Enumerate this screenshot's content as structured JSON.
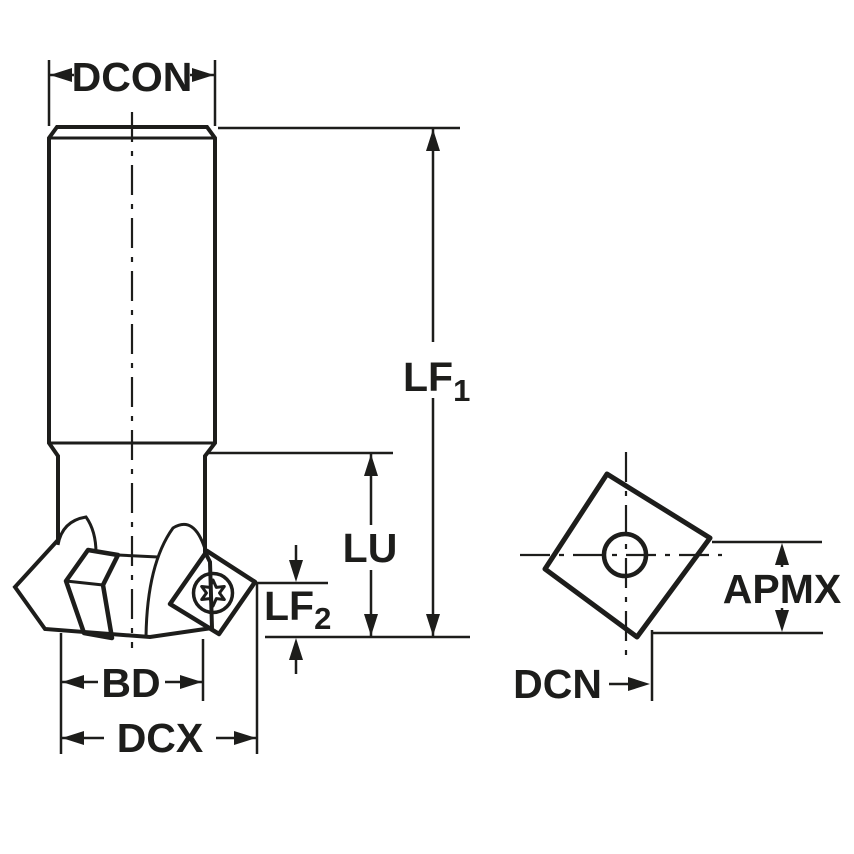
{
  "diagram": {
    "type": "technical-dimension-drawing",
    "subject": "indexable-milling-cutter-with-square-insert",
    "labels": {
      "dcon": "DCON",
      "lf1_base": "LF",
      "lf1_sub": "1",
      "lu": "LU",
      "lf2_base": "LF",
      "lf2_sub": "2",
      "bd": "BD",
      "dcx": "DCX",
      "apmx": "APMX",
      "dcn": "DCN"
    },
    "colors": {
      "tool_body": "#b6c8d4",
      "insert_yellow": "#fac812",
      "screw_gray": "#b6c8d4",
      "hole_white": "#ffffff",
      "line": "#1d1d1b",
      "background": "#ffffff"
    },
    "icons": {
      "screw": "torx-screw-icon"
    }
  }
}
